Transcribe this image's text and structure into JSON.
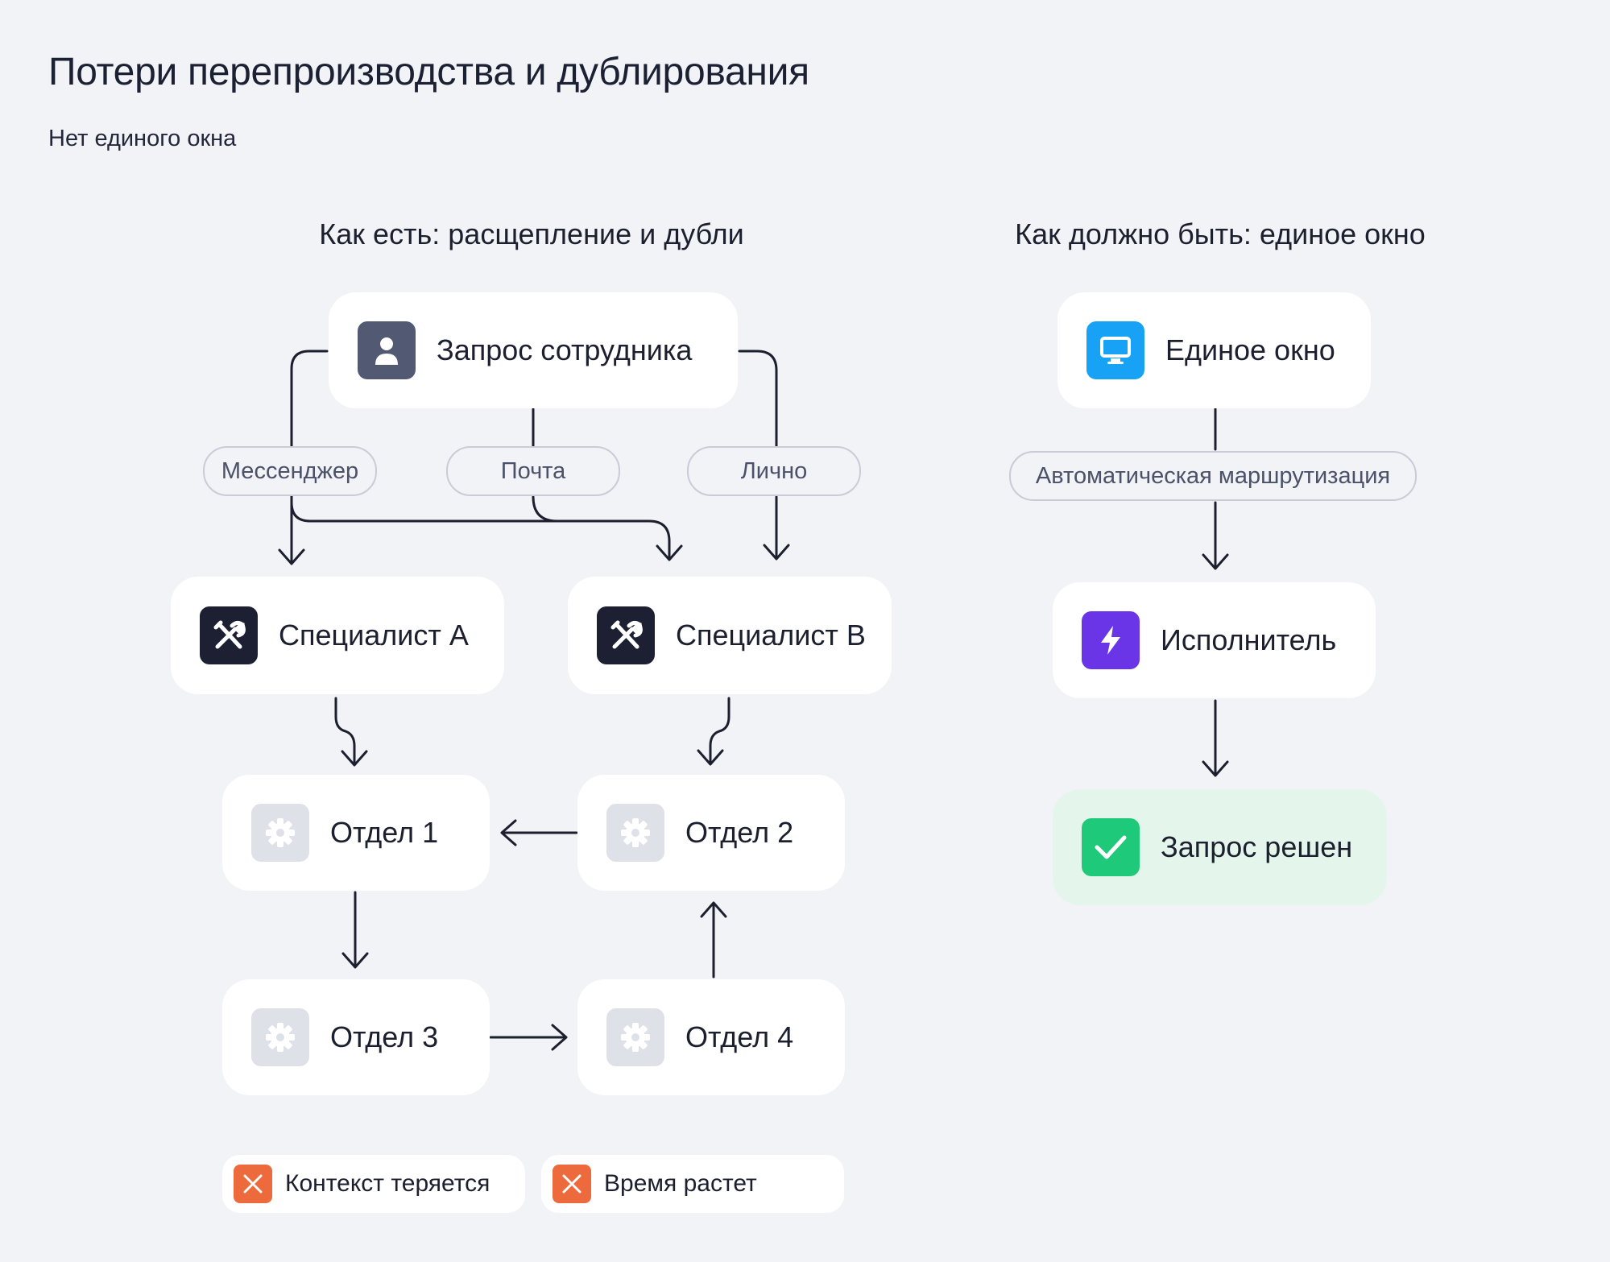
{
  "header": {
    "title": "Потери перепроизводства и дублирования",
    "subtitle": "Нет единого окна"
  },
  "as_is": {
    "title": "Как есть:  расщепление и дубли",
    "request": {
      "label": "Запрос сотрудника",
      "icon": "person-icon",
      "color": "#525a73"
    },
    "channels": [
      "Мессенджер",
      "Почта",
      "Лично"
    ],
    "specialists": [
      {
        "label": "Специалист А",
        "icon": "tools-icon",
        "color": "#1c2032"
      },
      {
        "label": "Специалист В",
        "icon": "tools-icon",
        "color": "#1c2032"
      }
    ],
    "departments": [
      {
        "label": "Отдел 1",
        "icon": "gear-icon"
      },
      {
        "label": "Отдел 2",
        "icon": "gear-icon"
      },
      {
        "label": "Отдел 3",
        "icon": "gear-icon"
      },
      {
        "label": "Отдел 4",
        "icon": "gear-icon"
      }
    ],
    "problems": [
      {
        "label": "Контекст теряется",
        "icon": "x-icon",
        "color": "#ec6a3c"
      },
      {
        "label": "Время растет",
        "icon": "x-icon",
        "color": "#ec6a3c"
      }
    ]
  },
  "to_be": {
    "title": "Как должно быть: единое окно",
    "window": {
      "label": "Единое окно",
      "icon": "monitor-icon",
      "color": "#17a2f5"
    },
    "routing": "Автоматическая маршрутизация",
    "executor": {
      "label": "Исполнитель",
      "icon": "lightning-icon",
      "color": "#6a35e6"
    },
    "resolved": {
      "label": "Запрос решен",
      "icon": "check-icon",
      "color": "#1fc97a"
    }
  }
}
